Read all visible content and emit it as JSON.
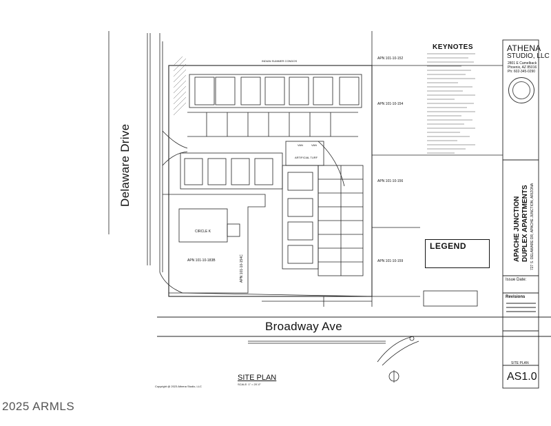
{
  "watermark": "2025 ARMLS",
  "streets": {
    "left": "Delaware Drive",
    "bottom": "Broadway Ave"
  },
  "keynotes_title": "KEYNOTES",
  "legend_title": "LEGEND",
  "firm": {
    "name_line1": "ATHENA",
    "name_line2": "STUDIO, LLC",
    "addr1": "2801 E Camelback",
    "addr2": "Phoenix, AZ 85016",
    "phone": "Ph: 602-345-0290"
  },
  "project": {
    "line1": "APACHE JUNCTION",
    "line2": "DUPLEX APARTMENTS",
    "address": "727 S. DELAWARE DR, APACHE JUNCTION, ARIZONA"
  },
  "issue_date_label": "Issue Date:",
  "revisions_label": "Revisions",
  "sheet_title": "SITE PLAN",
  "sheet_number": "AS1.0",
  "drawing_title": "SITE PLAN",
  "drawing_scale": "SCALE: 1\" = 20'-0\"",
  "copyright": "Copyright @ 2023 Athena Studio, LLC",
  "parcels": {
    "apn_152": "APN 101-10-152",
    "apn_154": "APN 101-10-154",
    "apn_156": "APN 101-10-156",
    "apn_159": "APN 101-10-159",
    "apn_1838": "APN 101-10-183B",
    "apn_west": "APN 101-10-154C",
    "circle_k": "CIRCLE K",
    "condos": "INDIAN SUMMER CONDOS",
    "turf": "ARTIFICIAL TURF",
    "van1": "VAN",
    "van2": "VAN"
  }
}
